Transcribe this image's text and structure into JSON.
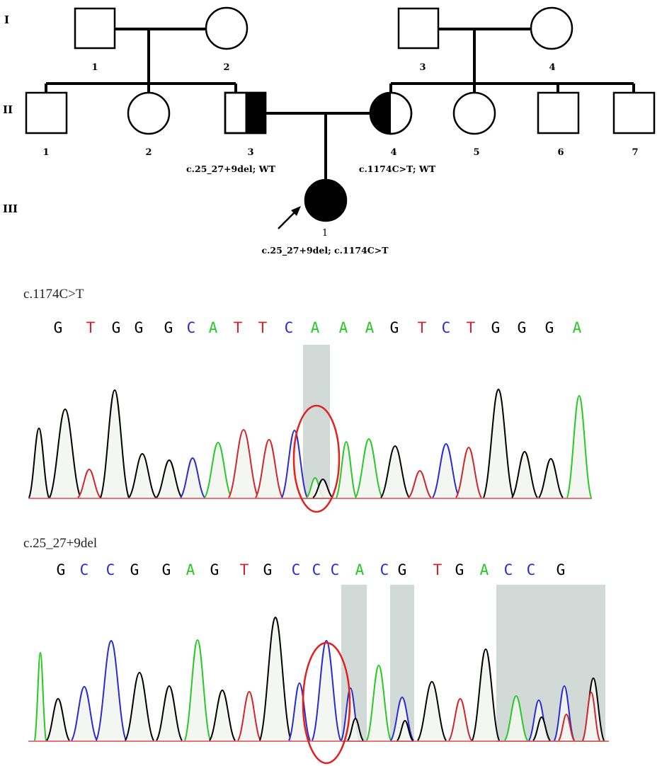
{
  "pedigree": {
    "generations": [
      "I",
      "II",
      "III"
    ],
    "gen1": [
      "1",
      "2",
      "3",
      "4"
    ],
    "gen2": [
      "1",
      "2",
      "3",
      "4",
      "5",
      "6",
      "7"
    ],
    "gen3": [
      "1"
    ],
    "genotypes": {
      "II3": "c.25_27+9del; WT",
      "II4": "c.1174C>T; WT",
      "III1": "c.25_27+9del; c.1174C>T"
    }
  },
  "chromatograms": [
    {
      "title": "c.1174C>T",
      "bases": [
        "G",
        "T",
        "G",
        "G",
        "G",
        "C",
        "A",
        "T",
        "T",
        "C",
        "A",
        "A",
        "A",
        "G",
        "T",
        "C",
        "T",
        "G",
        "G",
        "G",
        "A"
      ],
      "colors": {
        "G": "#000000",
        "T": "#d0262b",
        "C": "#2b2bd0",
        "A": "#27c927"
      }
    },
    {
      "title": "c.25_27+9del",
      "bases": [
        "G",
        "C",
        "C",
        "G",
        "G",
        "A",
        "G",
        "T",
        "G",
        "C",
        "C",
        "C",
        "A",
        "C",
        "G",
        "T",
        "G",
        "A",
        "C",
        "C",
        "G"
      ],
      "colors": {
        "G": "#000000",
        "T": "#d0262b",
        "C": "#2b2bd0",
        "A": "#27c927"
      }
    }
  ]
}
